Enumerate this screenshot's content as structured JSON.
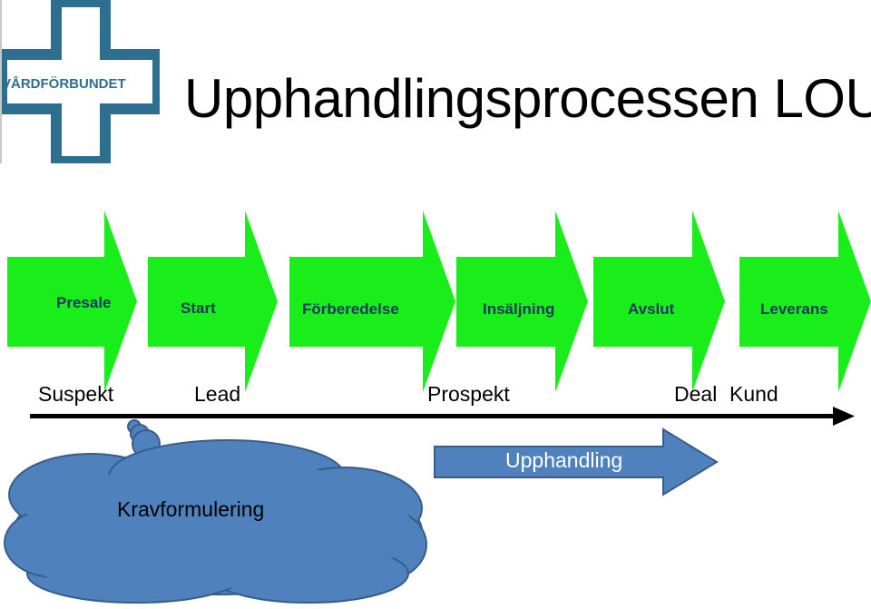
{
  "logo": {
    "text": "VÅRDFÖRBUNDET",
    "color": "#2e6e8e"
  },
  "title": "Upphandlingsprocessen LOU",
  "stages": [
    {
      "label": "Presale"
    },
    {
      "label": "Start"
    },
    {
      "label": "Förberedelse"
    },
    {
      "label": "Insäljning"
    },
    {
      "label": "Avslut"
    },
    {
      "label": "Leverans"
    }
  ],
  "milestones": [
    "Suspekt",
    "Lead",
    "Prospekt",
    "Deal",
    "Kund"
  ],
  "procurement_arrow": {
    "label": "Upphandling"
  },
  "cloud": {
    "label": "Kravformulering"
  },
  "colors": {
    "stage_green": "#1aee1a",
    "stage_text": "#1f3864",
    "cloud_fill": "#4f81bd",
    "cloud_stroke": "#385d8a",
    "procurement_fill": "#4f81bd"
  }
}
